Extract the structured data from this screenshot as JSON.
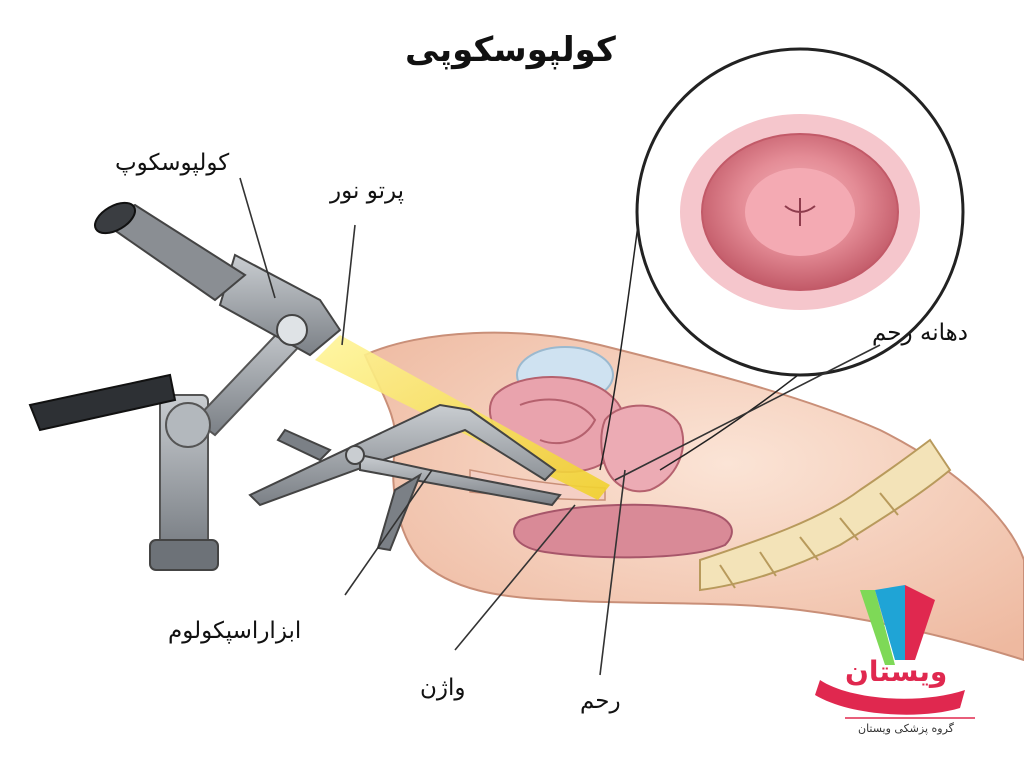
{
  "title": "کولپوسکوپی",
  "labels": {
    "colposcope": "کولپوسکوپ",
    "light_beam": "پرتو نور",
    "cervix": "دهانه رحم",
    "speculum": "ابزاراسپکولوم",
    "vagina": "واژن",
    "uterus": "رحم"
  },
  "logo": {
    "brand": "ویستان",
    "tagline": "گروه پزشکی ویستان"
  },
  "colors": {
    "tissue": "#f2c9b5",
    "cervix": "#d97a86",
    "beam": "#f2e24a",
    "device": "#8a8e93",
    "logo": "#e0284f"
  }
}
